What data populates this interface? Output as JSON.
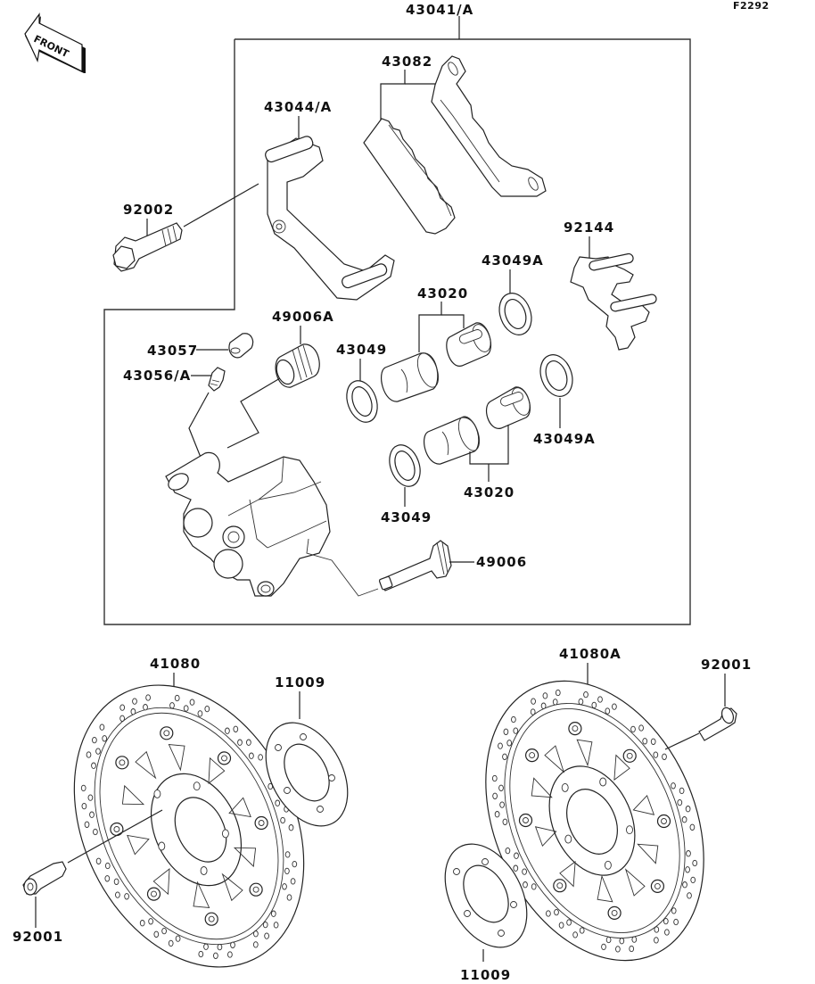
{
  "diagram": {
    "figure_id": "F2292",
    "front_indicator": "FRONT",
    "assembly_label": "43041/A",
    "labels": {
      "p43082": "43082",
      "p43044A": "43044/A",
      "p92002": "92002",
      "p92144": "92144",
      "p43049A_top": "43049A",
      "p43020_top": "43020",
      "p49006A": "49006A",
      "p43057": "43057",
      "p43056A": "43056/A",
      "p43049_top": "43049",
      "p43049A_bottom": "43049A",
      "p43020_bottom": "43020",
      "p43049_bottom": "43049",
      "p49006": "49006",
      "p41080": "41080",
      "p11009_left": "11009",
      "p92001_left": "92001",
      "p41080A": "41080A",
      "p92001_right": "92001",
      "p11009_right": "11009"
    }
  }
}
